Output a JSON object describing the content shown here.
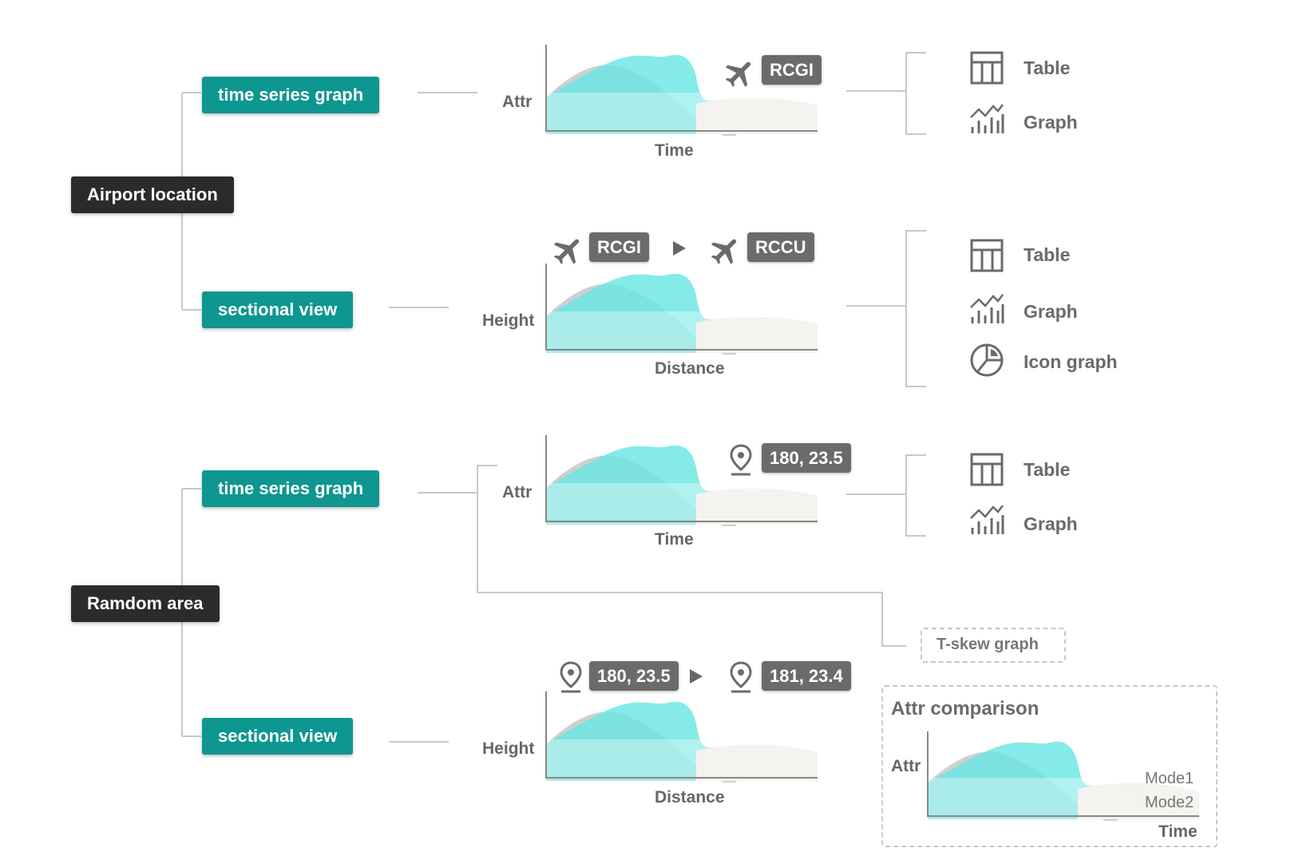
{
  "groups": [
    {
      "label": "Airport location",
      "branches": [
        {
          "label": "time series graph",
          "chart": {
            "y_label": "Attr",
            "x_label": "Time"
          },
          "markers": [
            {
              "icon": "airplane-icon",
              "text": "RCGI"
            }
          ],
          "outputs": [
            {
              "icon": "table-icon",
              "label": "Table"
            },
            {
              "icon": "graph-icon",
              "label": "Graph"
            }
          ]
        },
        {
          "label": "sectional view",
          "chart": {
            "y_label": "Height",
            "x_label": "Distance"
          },
          "markers": [
            {
              "icon": "airplane-icon",
              "text": "RCGI"
            },
            {
              "icon": "airplane-icon",
              "text": "RCCU"
            }
          ],
          "outputs": [
            {
              "icon": "table-icon",
              "label": "Table"
            },
            {
              "icon": "graph-icon",
              "label": "Graph"
            },
            {
              "icon": "pie-chart-icon",
              "label": "Icon graph"
            }
          ]
        }
      ]
    },
    {
      "label": "Ramdom area",
      "branches": [
        {
          "label": "time series graph",
          "chart": {
            "y_label": "Attr",
            "x_label": "Time"
          },
          "markers": [
            {
              "icon": "location-pin-icon",
              "text": "180, 23.5"
            }
          ],
          "outputs": [
            {
              "icon": "table-icon",
              "label": "Table"
            },
            {
              "icon": "graph-icon",
              "label": "Graph"
            }
          ],
          "extra_output": "T-skew graph"
        },
        {
          "label": "sectional view",
          "chart": {
            "y_label": "Height",
            "x_label": "Distance"
          },
          "markers": [
            {
              "icon": "location-pin-icon",
              "text": "180, 23.5"
            },
            {
              "icon": "location-pin-icon",
              "text": "181, 23.4"
            }
          ],
          "comparison": {
            "title": "Attr comparison",
            "y_label": "Attr",
            "x_label": "Time",
            "series": [
              "Mode1",
              "Mode2"
            ]
          }
        }
      ]
    }
  ],
  "colors": {
    "root": "#2b2b2b",
    "branch": "#0e9690",
    "tag": "#6b6b6b",
    "accent_cyan": "#66e6e2",
    "connector": "#c8c8c8"
  }
}
